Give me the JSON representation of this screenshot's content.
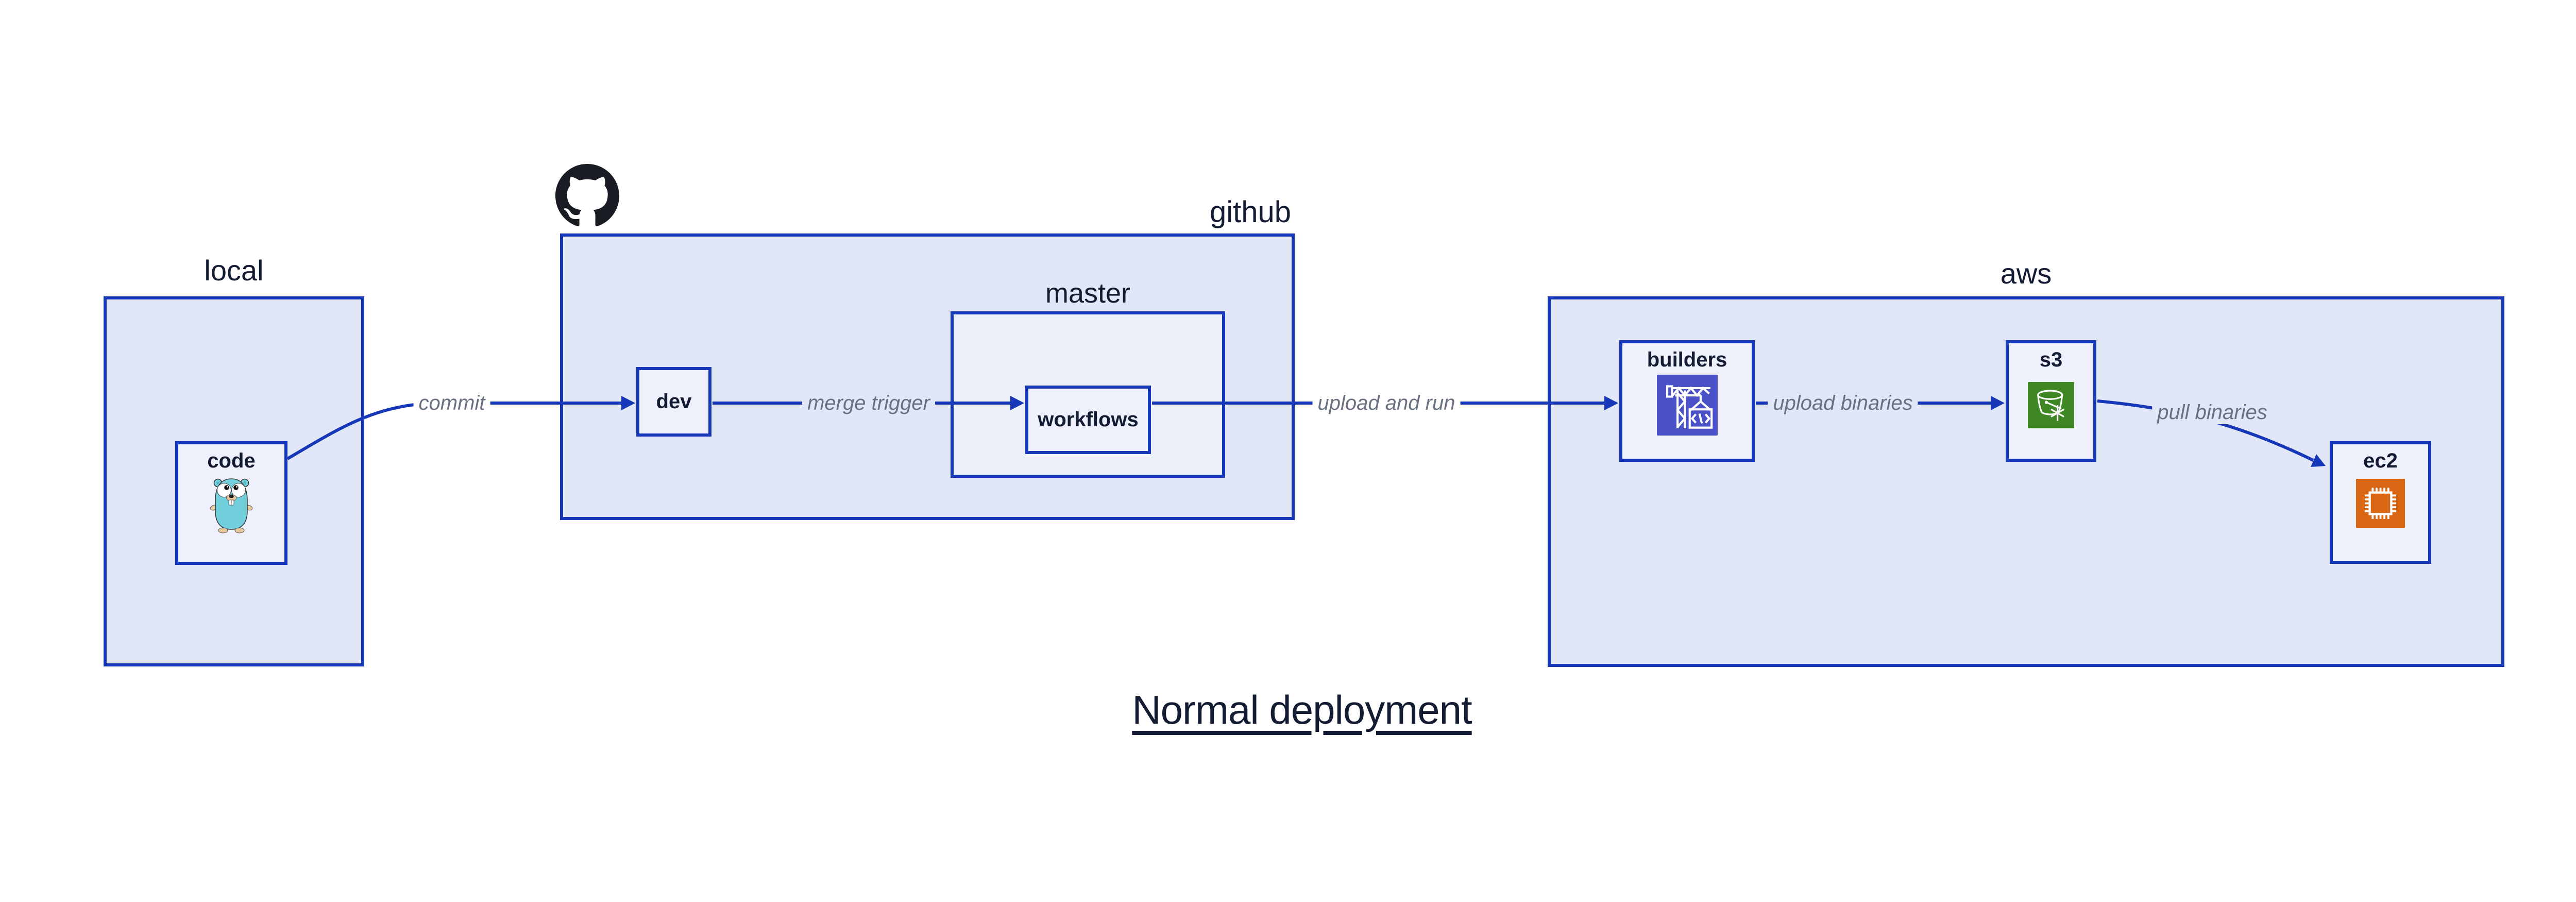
{
  "title": {
    "text": "Normal deployment"
  },
  "groups": {
    "local": {
      "label": "local"
    },
    "github": {
      "label": "github"
    },
    "master": {
      "label": "master"
    },
    "aws": {
      "label": "aws"
    }
  },
  "nodes": {
    "code": {
      "label": "code",
      "icon": "go-gopher-icon"
    },
    "dev": {
      "label": "dev"
    },
    "workflows": {
      "label": "workflows"
    },
    "builders": {
      "label": "builders",
      "icon": "codebuild-crane-icon"
    },
    "s3": {
      "label": "s3",
      "icon": "s3-glacier-bucket-icon"
    },
    "ec2": {
      "label": "ec2",
      "icon": "ec2-chip-icon"
    }
  },
  "edges": [
    {
      "id": "commit",
      "label": "commit",
      "from": "code",
      "to": "dev"
    },
    {
      "id": "merge-trigger",
      "label": "merge trigger",
      "from": "dev",
      "to": "workflows"
    },
    {
      "id": "upload-and-run",
      "label": "upload and run",
      "from": "workflows",
      "to": "builders"
    },
    {
      "id": "upload-binaries",
      "label": "upload binaries",
      "from": "builders",
      "to": "s3"
    },
    {
      "id": "pull-binaries",
      "label": "pull binaries",
      "from": "s3",
      "to": "ec2"
    }
  ],
  "colors": {
    "line_blue": "#1537b8",
    "group_fill": "#e2e7f8",
    "master_fill": "#ecf0fb",
    "node_fill": "#eef1fc",
    "text_navy": "#131c33",
    "edge_label_gray": "#697080",
    "builders_icon_bg": "#4a50c6",
    "s3_icon_bg": "#3f8624",
    "ec2_icon_bg": "#d86613",
    "github_logo_black": "#191d23",
    "gopher_teal": "#72cfdc"
  }
}
